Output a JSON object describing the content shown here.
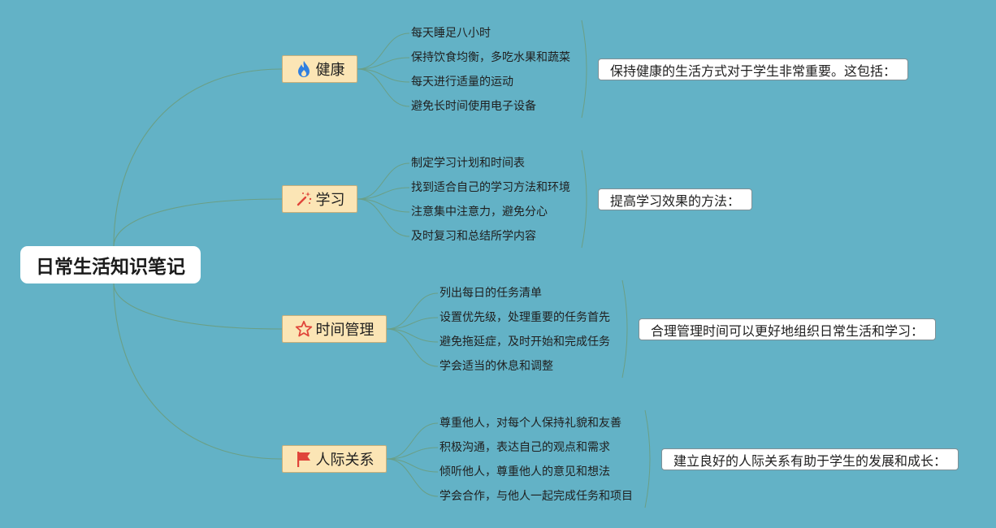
{
  "root": {
    "title": "日常生活知识笔记"
  },
  "branches": [
    {
      "label": "健康",
      "icon": "fire-icon",
      "summary": "保持健康的生活方式对于学生非常重要。这包括：",
      "items": [
        "每天睡足八小时",
        "保持饮食均衡，多吃水果和蔬菜",
        "每天进行适量的运动",
        "避免长时间使用电子设备"
      ]
    },
    {
      "label": "学习",
      "icon": "magic-wand-icon",
      "summary": "提高学习效果的方法：",
      "items": [
        "制定学习计划和时间表",
        "找到适合自己的学习方法和环境",
        "注意集中注意力，避免分心",
        "及时复习和总结所学内容"
      ]
    },
    {
      "label": "时间管理",
      "icon": "star-icon",
      "summary": "合理管理时间可以更好地组织日常生活和学习：",
      "items": [
        "列出每日的任务清单",
        "设置优先级，处理重要的任务首先",
        "避免拖延症，及时开始和完成任务",
        "学会适当的休息和调整"
      ]
    },
    {
      "label": "人际关系",
      "icon": "flag-icon",
      "summary": "建立良好的人际关系有助于学生的发展和成长：",
      "items": [
        "尊重他人，对每个人保持礼貌和友善",
        "积极沟通，表达自己的观点和需求",
        "倾听他人，尊重他人的意见和想法",
        "学会合作，与他人一起完成任务和项目"
      ]
    }
  ],
  "colors": {
    "background": "#63b2c6",
    "branch_fill": "#fbe5b5",
    "connector": "#6a9f86",
    "icon_fire": "#2f7fe0",
    "icon_wand": "#e0453a",
    "icon_star": "#e0453a",
    "icon_flag": "#e0453a"
  }
}
